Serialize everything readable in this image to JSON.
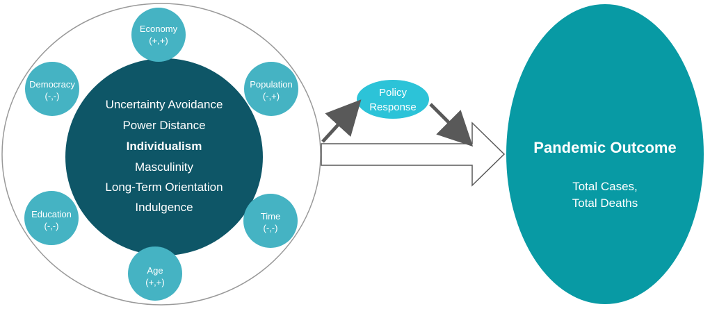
{
  "factors": {
    "economy": {
      "name": "Economy",
      "sign": "(+,+)"
    },
    "democracy": {
      "name": "Democracy",
      "sign": "(-,-)"
    },
    "population": {
      "name": "Population",
      "sign": "(-,+)"
    },
    "education": {
      "name": "Education",
      "sign": "(-,-)"
    },
    "time": {
      "name": "Time",
      "sign": "(-,-)"
    },
    "age": {
      "name": "Age",
      "sign": "(+,+)"
    }
  },
  "culture": [
    "Uncertainty Avoidance",
    "Power Distance",
    "Individualism",
    "Masculinity",
    "Long-Term Orientation",
    "Indulgence"
  ],
  "policy": {
    "line1": "Policy",
    "line2": "Response"
  },
  "outcome": {
    "title": "Pandemic Outcome",
    "line1": "Total Cases,",
    "line2": "Total Deaths"
  },
  "colors": {
    "core": "#0e5667",
    "satellite": "#45b3c3",
    "policy": "#2cc3d8",
    "outcome": "#089aa4",
    "arrow": "#595959"
  }
}
